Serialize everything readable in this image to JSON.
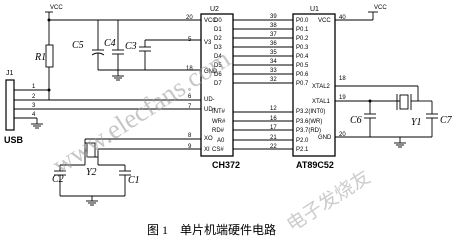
{
  "vcc_left": "VCC",
  "vcc_right": "VCC",
  "u2": {
    "ref": "U2",
    "part": "CH372",
    "left_pins": [
      "VCC",
      "V3",
      "GND",
      "UD-",
      "UD+",
      "XO",
      "XI"
    ],
    "left_nums": [
      "20",
      "5",
      "18",
      "6",
      "7",
      "8",
      "9"
    ],
    "data_pins": [
      "D0",
      "D1",
      "D2",
      "D3",
      "D4",
      "D5",
      "D6",
      "D7"
    ],
    "data_nums": [
      "39",
      "38",
      "37",
      "36",
      "35",
      "34",
      "33",
      "32"
    ],
    "ctrl_pins": [
      "INT#",
      "WR#",
      "RD#",
      "A0",
      "CS#"
    ],
    "ctrl_nums": [
      "12",
      "16",
      "17",
      "21",
      "22"
    ]
  },
  "u1": {
    "ref": "U1",
    "part": "AT89C52",
    "port_pins": [
      "P0.0",
      "P0.1",
      "P0.2",
      "P0.3",
      "P0.4",
      "P0.5",
      "P0.6",
      "P0.7"
    ],
    "ctrl_pins": [
      "P3.2(INT0)",
      "P3.6(WR)",
      "P3.7(RD)",
      "P2.0",
      "P2.1"
    ],
    "right_pins": [
      "VCC",
      "XTAL2",
      "XTAL1",
      "GND"
    ],
    "right_nums": [
      "40",
      "18",
      "19",
      "20"
    ]
  },
  "parts": {
    "r1": "R1",
    "c5": "C5",
    "c4": "C4",
    "c3": "C3",
    "c2": "C2",
    "y2": "Y2",
    "c1": "C1",
    "c6": "C6",
    "y1": "Y1",
    "c7": "C7"
  },
  "connector": {
    "ref": "J1",
    "label": "USB",
    "pins": [
      "1",
      "2",
      "3",
      "4"
    ]
  },
  "caption": "图 1　单片机端硬件电路",
  "watermark": "www.elecfans.com",
  "watermark_cn": "电子发烧友"
}
